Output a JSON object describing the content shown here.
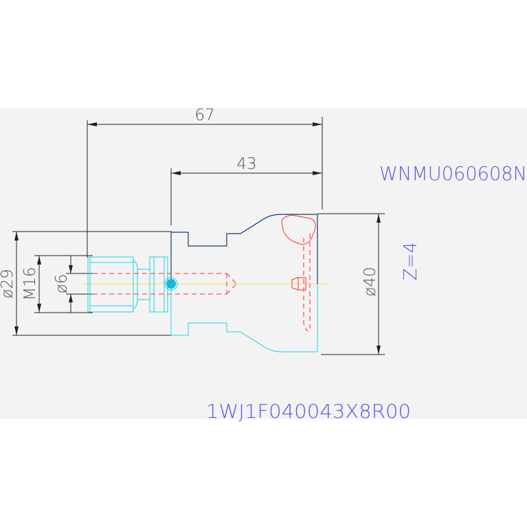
{
  "colors": {
    "background": "#ffffff",
    "band": "#f3f3f3",
    "dimension": "#222222",
    "shank_outline": "#22d0e8",
    "body_outline": "#0b3d6e",
    "hidden_red": "#ff3333",
    "insert_red": "#ff2a2a",
    "center_yellow": "#f2e24a",
    "label_blue": "#5a5ae0"
  },
  "dimensions": {
    "overall_length": "67",
    "body_length": "43",
    "shank_diameter": "ø29",
    "thread": "M16",
    "coolant_bore": "ø6",
    "cutting_diameter": "ø40"
  },
  "labels": {
    "insert_code": "WNMU060608N",
    "teeth": "Z=4",
    "tool_code": "1WJ1F040043X8R00"
  }
}
